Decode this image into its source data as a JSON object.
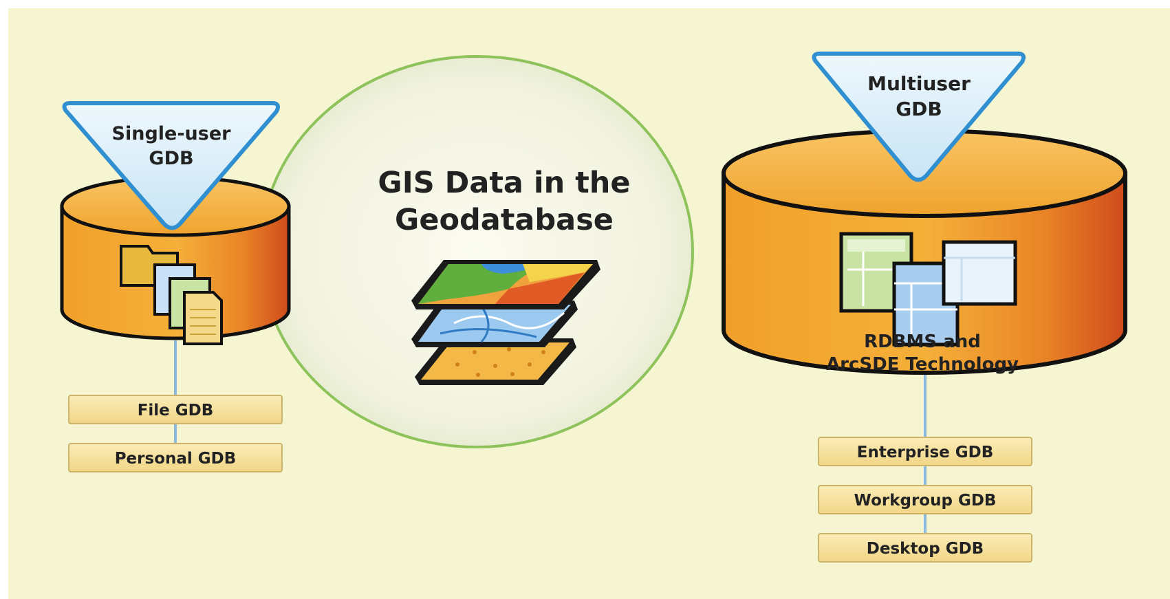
{
  "center": {
    "title_line1": "GIS Data in the",
    "title_line2": "Geodatabase"
  },
  "single_user": {
    "badge_line1": "Single-user",
    "badge_line2": "GDB",
    "items": [
      "File GDB",
      "Personal GDB"
    ]
  },
  "multiuser": {
    "badge_line1": "Multiuser",
    "badge_line2": "GDB",
    "caption_line1": "RDBMS and",
    "caption_line2": "ArcSDE Technology",
    "items": [
      "Enterprise GDB",
      "Workgroup GDB",
      "Desktop GDB"
    ]
  },
  "colors": {
    "background": "#f6f5d2",
    "circle_border": "#8ec25a",
    "badge_border": "#2f8fd0",
    "badge_fill": "#e5f3fb",
    "cylinder_mid": "#f2a328",
    "cylinder_dark": "#d9551e",
    "connector": "#8db9e0",
    "item_fill": "#f7e3a0"
  }
}
